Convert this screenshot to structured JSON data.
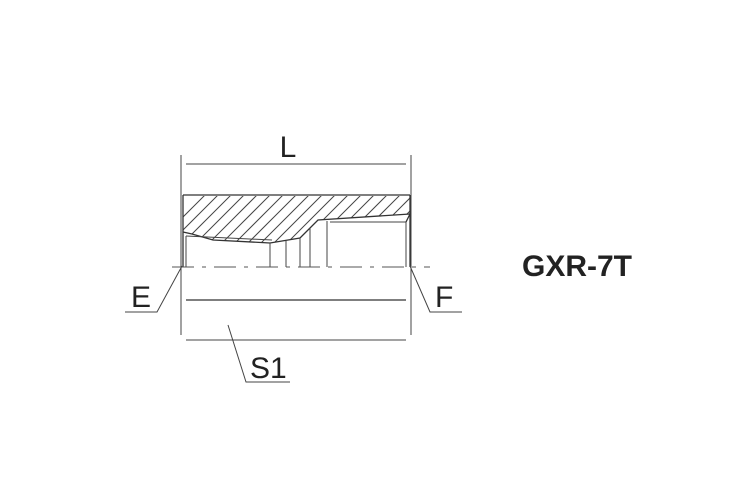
{
  "drawing": {
    "dimension_labels": {
      "length": "L",
      "left_end": "E",
      "right_end": "F",
      "hex": "S1"
    },
    "model_code": "GXR-7T"
  }
}
